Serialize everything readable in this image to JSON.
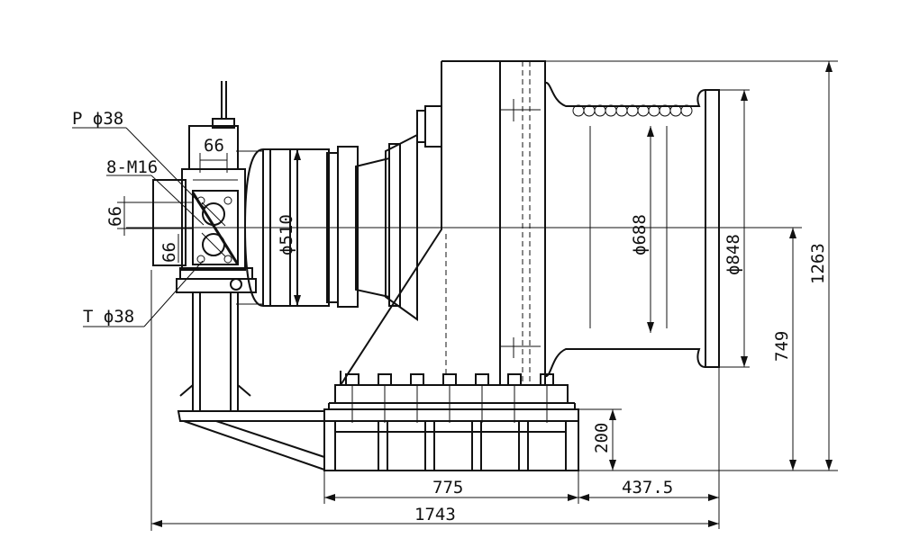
{
  "drawing": {
    "labels": {
      "p_port": "P ϕ38",
      "t_port": "T ϕ38",
      "bolts": "8-M16",
      "dim_66_top": "66",
      "dim_66_left": "66",
      "dim_66_bottom": "66",
      "dia_510": "ϕ510",
      "dia_688": "ϕ688",
      "dia_848": "ϕ848",
      "height_1263": "1263",
      "height_749": "749",
      "height_200": "200",
      "width_775": "775",
      "width_437_5": "437.5",
      "width_1743": "1743"
    }
  }
}
